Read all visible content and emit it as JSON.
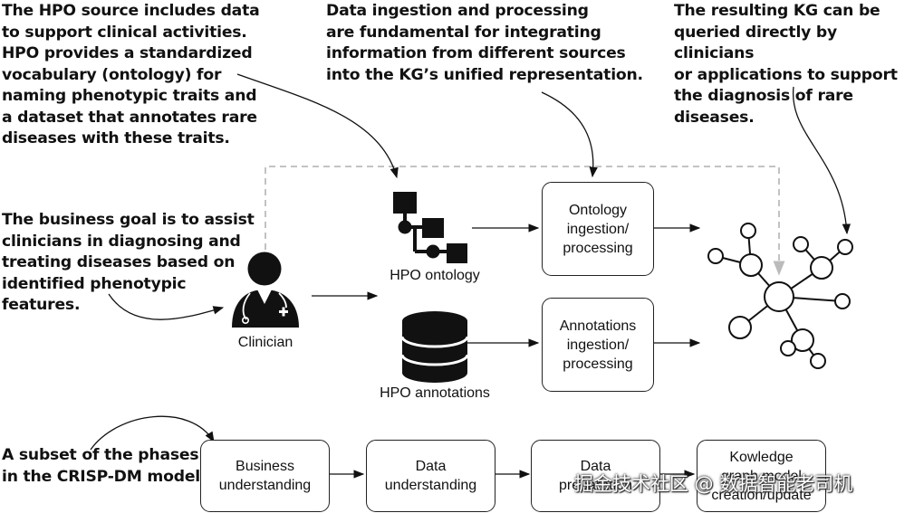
{
  "annotations": {
    "hpo_source": "The HPO source includes data\nto support clinical activities.\nHPO provides a standardized\nvocabulary (ontology) for\nnaming phenotypic traits and\na dataset that annotates rare\ndiseases with these traits.",
    "ingestion": "Data ingestion and processing\nare fundamental for integrating\ninformation from different sources\ninto the KG’s unified representation.",
    "kg_result": "The resulting KG can be\nqueried directly by clinicians\nor applications to support\nthe diagnosis of rare diseases.",
    "business_goal": "The business goal is to assist\nclinicians in diagnosing and\ntreating diseases based on\nidentified phenotypic\nfeatures.",
    "crisp_dm": "A subset of the phases\nin the CRISP-DM model"
  },
  "labels": {
    "clinician": "Clinician",
    "hpo_ontology": "HPO ontology",
    "hpo_annotations": "HPO annotations"
  },
  "boxes": {
    "ontology_processing": "Ontology\ningestion/\nprocessing",
    "annotations_processing": "Annotations\ningestion/\nprocessing"
  },
  "phases": [
    "Business\nunderstanding",
    "Data\nunderstanding",
    "Data\npreparation",
    "Kowledge\ngraph model\ncreation/update"
  ],
  "watermark": "掘金技术社区 @ 数据智能老司机",
  "icons": {
    "clinician": "doctor-icon",
    "ontology": "hierarchy-icon",
    "annotations": "database-icon",
    "kg": "knowledge-graph-icon"
  }
}
